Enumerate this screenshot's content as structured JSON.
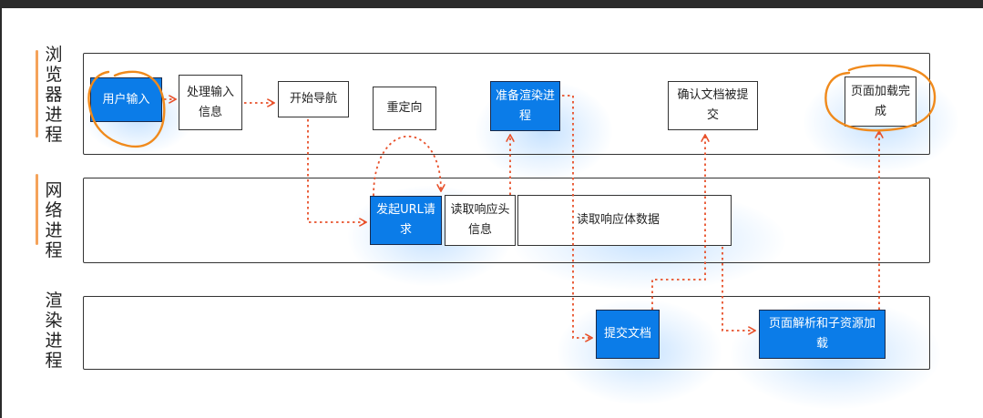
{
  "lanes": {
    "browser": "浏览器进程",
    "network": "网络进程",
    "renderer": "渲染进程"
  },
  "boxes": {
    "user_input": "用户输入",
    "process_input": "处理输入信息",
    "start_nav": "开始导航",
    "redirect": "重定向",
    "prepare_renderer": "准备渲染进程",
    "confirm_doc": "确认文档被提交",
    "page_loaded": "页面加载完成",
    "send_url_request": "发起URL请求",
    "read_headers": "读取响应头信息",
    "read_body": "读取响应体数据",
    "commit_doc": "提交文档",
    "parse_page": "页面解析和子资源加载"
  },
  "colors": {
    "highlight_box": "#0b7ce8",
    "arrow": "#e8502a",
    "annotation_circle": "#f08a1c",
    "lane_marker": "#f5a35a"
  }
}
